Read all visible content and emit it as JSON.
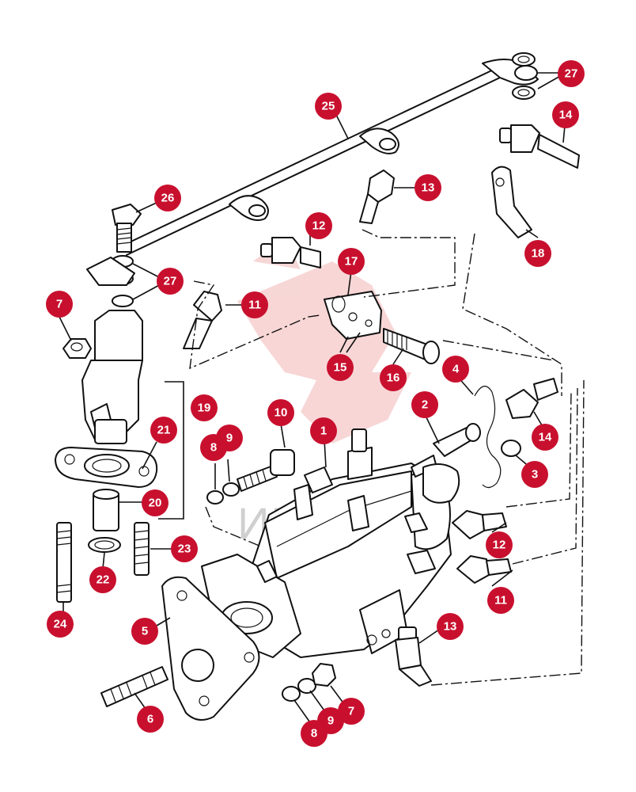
{
  "watermark": {
    "text": "ИНТЕХ",
    "color": "#e8a0a0"
  },
  "callout_color": "#c8102e",
  "callouts": [
    "27",
    "25",
    "14",
    "13",
    "26",
    "12",
    "18",
    "17",
    "27",
    "7",
    "11",
    "15",
    "16",
    "4",
    "19",
    "10",
    "1",
    "2",
    "21",
    "8",
    "9",
    "14",
    "3",
    "20",
    "12",
    "23",
    "22",
    "24",
    "11",
    "5",
    "13",
    "6",
    "7",
    "9",
    "8"
  ]
}
